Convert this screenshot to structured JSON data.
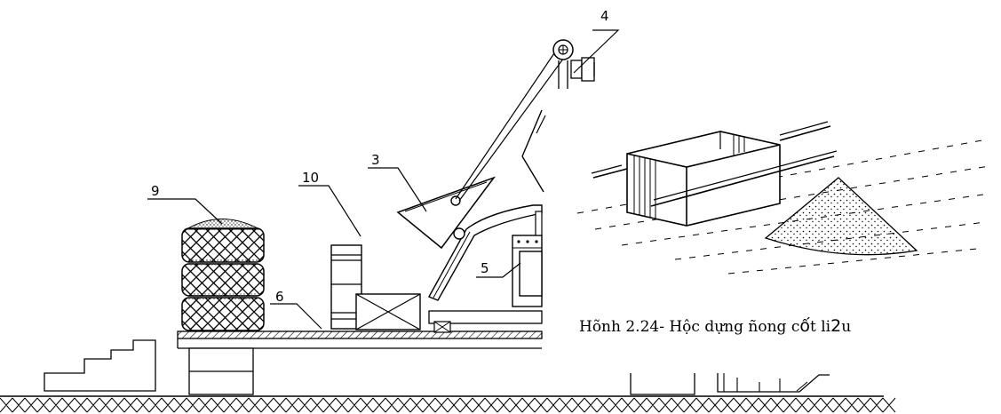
{
  "labels": {
    "l3": "3",
    "l4": "4",
    "l5": "5",
    "l6": "6",
    "l9": "9",
    "l10": "10"
  },
  "caption": {
    "part1": "Hõnh 2.24- Hộc dựng ñong c",
    "part2": "ố",
    "part3": "t li",
    "part4": "2",
    "part5": "u"
  }
}
